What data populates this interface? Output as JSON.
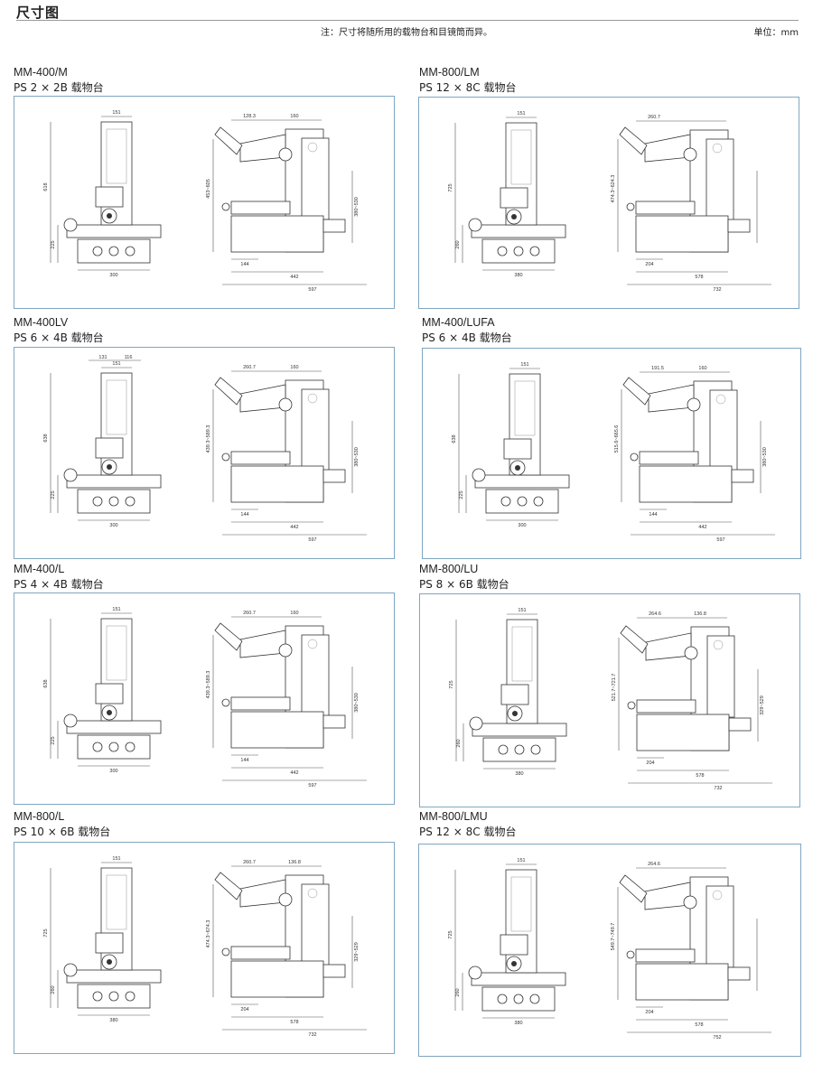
{
  "header": {
    "title": "尺寸图",
    "note": "注：尺寸将随所用的载物台和目镜筒而异。",
    "unit": "单位：mm"
  },
  "panels": [
    {
      "model": "MM-400/M",
      "stage": "PS 2 × 2B 载物台",
      "front": {
        "top": "151",
        "h1": "618",
        "h2": "225",
        "w": "300"
      },
      "side": {
        "top1": "128.3",
        "top2": "160",
        "range": "453~605",
        "rrange": "380~530",
        "b1": "144",
        "b2": "442",
        "b3": "597"
      }
    },
    {
      "model": "MM-800/LM",
      "stage": "PS 12 × 8C 载物台",
      "front": {
        "top": "151",
        "h1": "725",
        "h2": "260",
        "w": "380"
      },
      "side": {
        "top1": "260.7",
        "top2": "",
        "range": "474.3~624.3",
        "rrange": "",
        "b1": "204",
        "b2": "578",
        "b3": "732"
      }
    },
    {
      "model": "MM-400LV",
      "stage": "PS 6 × 4B 载物台",
      "front": {
        "top": "151",
        "topA": "131",
        "topB": "116",
        "h1": "638",
        "h2": "225",
        "w": "300"
      },
      "side": {
        "top1": "260.7",
        "top2": "160",
        "range": "439.3~589.3",
        "rrange": "380~530",
        "b1": "144",
        "b2": "442",
        "b3": "597"
      }
    },
    {
      "model": "MM-400/LUFA",
      "stage": "PS 6 × 4B 载物台",
      "front": {
        "top": "151",
        "h1": "638",
        "h2": "225",
        "w": "300"
      },
      "side": {
        "top1": "191.5",
        "top2": "160",
        "range": "515.6~665.6",
        "rrange": "380~530",
        "b1": "144",
        "b2": "442",
        "b3": "597"
      }
    },
    {
      "model": "MM-400/L",
      "stage": "PS 4 × 4B 载物台",
      "front": {
        "top": "151",
        "h1": "638",
        "h2": "225",
        "w": "300"
      },
      "side": {
        "top1": "260.7",
        "top2": "160",
        "range": "439.3~589.3",
        "rrange": "380~530",
        "b1": "144",
        "b2": "442",
        "b3": "597"
      }
    },
    {
      "model": "MM-800/LU",
      "stage": "PS 8 × 6B 载物台",
      "front": {
        "top": "151",
        "h1": "725",
        "h2": "260",
        "w": "380"
      },
      "side": {
        "top1": "264.6",
        "top2": "136.8",
        "range": "521.7~721.7",
        "rrange": "329~529",
        "b1": "204",
        "b2": "578",
        "b3": "732"
      }
    },
    {
      "model": "MM-800/L",
      "stage": "PS 10 × 6B 载物台",
      "front": {
        "top": "151",
        "h1": "725",
        "h2": "260",
        "w": "380"
      },
      "side": {
        "top1": "260.7",
        "top2": "136.8",
        "range": "474.3~674.3",
        "rrange": "329~529",
        "b1": "204",
        "b2": "578",
        "b3": "732"
      }
    },
    {
      "model": "MM-800/LMU",
      "stage": "PS 12 × 8C 载物台",
      "front": {
        "top": "151",
        "h1": "725",
        "h2": "260",
        "w": "380"
      },
      "side": {
        "top1": "264.6",
        "top2": "",
        "range": "549.7~749.7",
        "rrange": "",
        "b1": "204",
        "b2": "578",
        "b3": "752"
      }
    }
  ]
}
